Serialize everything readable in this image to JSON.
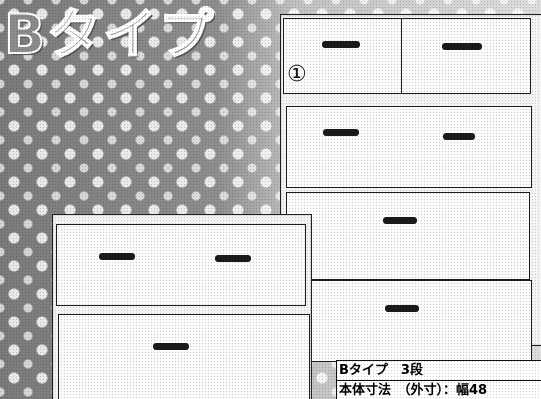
{
  "title": "Bタイプ",
  "item_number": "①",
  "spec_table": {
    "row1": "Bタイプ　3段",
    "row2": "本体寸法　（外寸）：幅48"
  },
  "icons": [
    "cabinet-image",
    "drawer-handle-icon"
  ]
}
